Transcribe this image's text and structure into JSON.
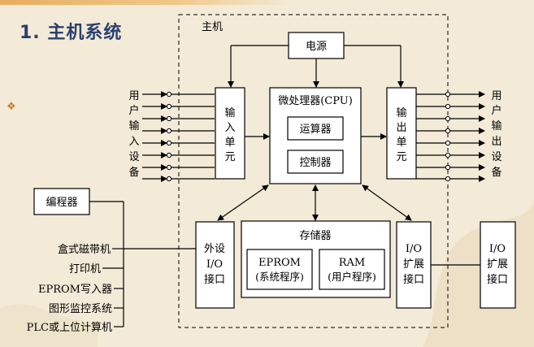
{
  "slide": {
    "heading": "1. 主机系统",
    "bullet": "❖"
  },
  "diagram": {
    "host_label": "主机",
    "power": "电源",
    "cpu": {
      "title": "微处理器(CPU)",
      "alu": "运算器",
      "controller": "控制器"
    },
    "input_unit": [
      "输",
      "入",
      "单",
      "元"
    ],
    "output_unit": [
      "输",
      "出",
      "单",
      "元"
    ],
    "user_input": [
      "用",
      "户",
      "输",
      "入",
      "设",
      "备"
    ],
    "user_output": [
      "用",
      "户",
      "输",
      "出",
      "设",
      "备"
    ],
    "memory": {
      "title": "存储器",
      "eprom": "EPROM",
      "eprom_sub": "(系统程序)",
      "ram": "RAM",
      "ram_sub": "(用户程序)"
    },
    "ext_io": [
      "外设",
      "I/O",
      "接口"
    ],
    "io_expand_internal": [
      "I/O",
      "扩展",
      "接口"
    ],
    "io_expand_external": [
      "I/O",
      "扩展",
      "接口"
    ],
    "programmer": "编程器",
    "peripherals": [
      "盒式磁带机",
      "打印机",
      "EPROM写入器",
      "图形监控系统",
      "PLC或上位计算机"
    ]
  }
}
